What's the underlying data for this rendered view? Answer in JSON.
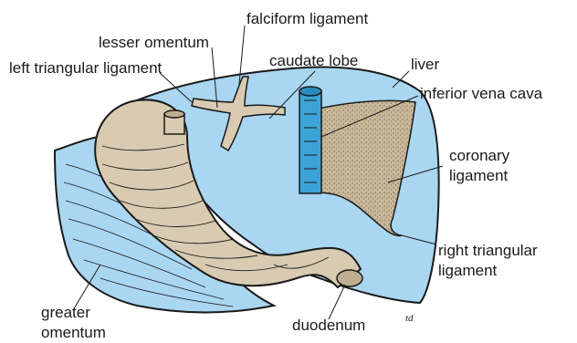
{
  "labels": {
    "falciform_ligament": "falciform ligament",
    "lesser_omentum": "lesser omentum",
    "left_triangular_ligament": "left triangular ligament",
    "caudate_lobe": "caudate lobe",
    "liver": "liver",
    "inferior_vena_cava": "inferior vena cava",
    "coronary_ligament_line1": "coronary",
    "coronary_ligament_line2": "ligament",
    "right_triangular_ligament_line1": "right triangular",
    "right_triangular_ligament_line2": "ligament",
    "greater_omentum_line1": "greater",
    "greater_omentum_line2": "omentum",
    "duodenum": "duodenum",
    "artist_signature": "td"
  },
  "colors": {
    "liver_fill": "#a9d6f0",
    "omentum_fill": "#a9d6f0",
    "stomach_fill": "#d8cbb1",
    "bare_area_fill": "#c9b89a",
    "ivc_fill": "#3ba3d6",
    "outline": "#1a1a1a"
  }
}
